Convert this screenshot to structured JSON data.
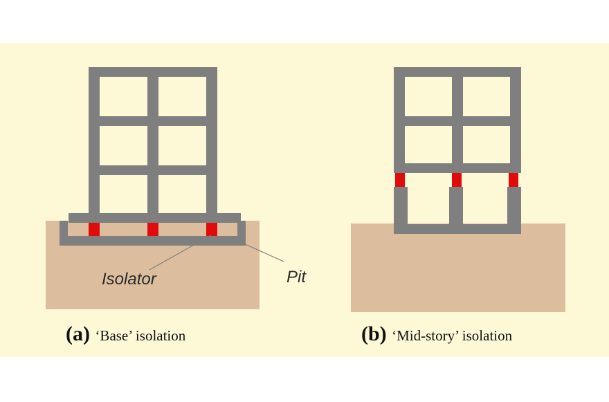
{
  "panels": [
    {
      "letter": "(a)",
      "caption": "‘Base’ isolation",
      "labels": {
        "isolator": "Isolator",
        "pit": "Pit"
      }
    },
    {
      "letter": "(b)",
      "caption": "‘Mid-story’ isolation"
    }
  ],
  "colors": {
    "background": "#fdf8d6",
    "outer_background": "#ffffff",
    "frame": "#7f7f7f",
    "soil": "#dcbe9f",
    "isolator": "#e00b0b",
    "leader_line": "#7f7f7f"
  }
}
